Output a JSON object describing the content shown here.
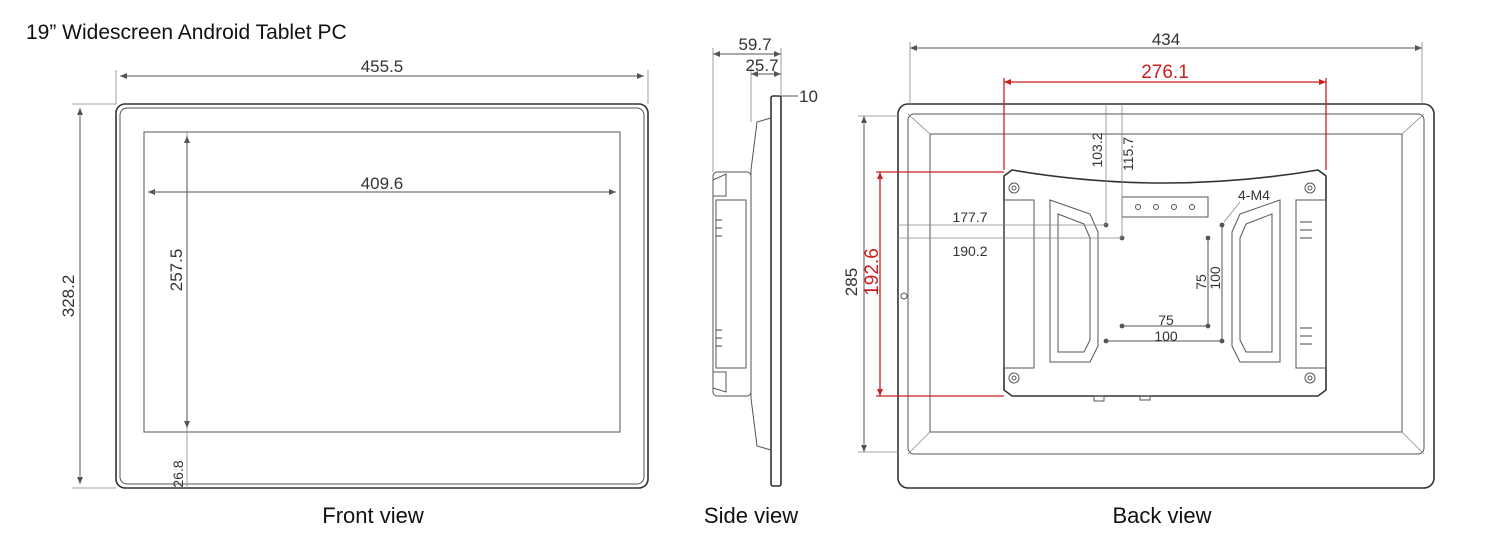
{
  "title": "19” Widescreen Android Tablet PC",
  "views": {
    "front": {
      "caption": "Front view",
      "dims": {
        "overall_width": "455.5",
        "overall_height": "328.2",
        "screen_width": "409.6",
        "screen_height": "257.5",
        "bottom_bezel": "26.8"
      }
    },
    "side": {
      "caption": "Side view",
      "dims": {
        "total_depth": "59.7",
        "body_depth": "25.7",
        "panel_depth": "10"
      }
    },
    "back": {
      "caption": "Back view",
      "dims": {
        "overall_width": "434",
        "overall_height": "285",
        "box_width": "276.1",
        "box_height": "192.6",
        "v_offset_1": "103.2",
        "v_offset_2": "115.7",
        "h_offset_1": "177.7",
        "h_offset_2": "190.2",
        "screw_label": "4-M4",
        "vesa_small_w": "75",
        "vesa_large_w": "100",
        "vesa_small_h": "75",
        "vesa_large_h": "100"
      }
    }
  },
  "colors": {
    "line": "#555555",
    "highlight": "#cc1f1f"
  }
}
